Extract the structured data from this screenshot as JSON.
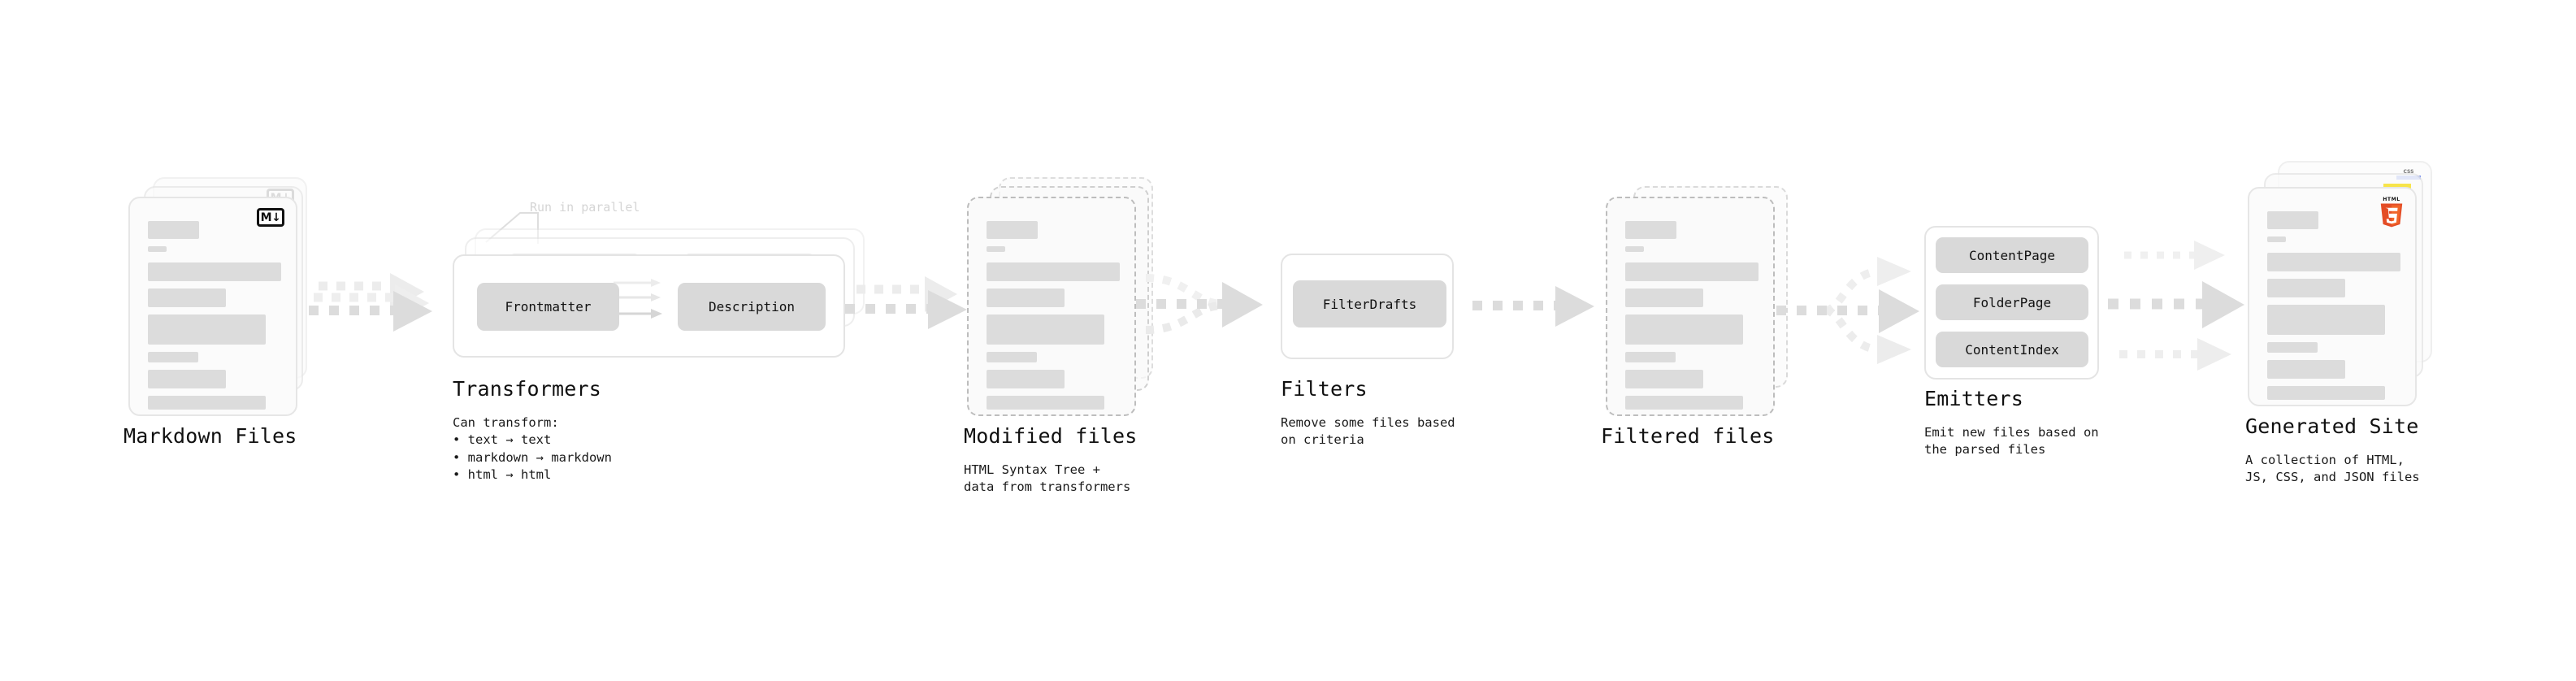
{
  "diagram": {
    "title_color": "#101010",
    "accent_muted": "#d9d9d9",
    "stages": [
      {
        "id": "markdown-files",
        "title": "Markdown Files",
        "subtitle": "",
        "badge": "markdown-icon",
        "badge_text": "M↓"
      },
      {
        "id": "transformers",
        "title": "Transformers",
        "subtitle": "Can transform:\n  • text → text\n  • markdown → markdown\n  • html → html",
        "annotation": "Run in parallel",
        "chips": [
          "Frontmatter",
          "Description"
        ]
      },
      {
        "id": "modified-files",
        "title": "Modified files",
        "subtitle": "HTML Syntax Tree +\ndata from transformers",
        "badge": "none"
      },
      {
        "id": "filters",
        "title": "Filters",
        "subtitle": "Remove some files based\non criteria",
        "chips": [
          "FilterDrafts"
        ]
      },
      {
        "id": "filtered-files",
        "title": "Filtered files",
        "subtitle": "",
        "badge": "none"
      },
      {
        "id": "emitters",
        "title": "Emitters",
        "subtitle": "Emit new files based on\nthe parsed files",
        "chips": [
          "ContentPage",
          "FolderPage",
          "ContentIndex"
        ]
      },
      {
        "id": "generated-site",
        "title": "Generated Site",
        "subtitle": "A collection of HTML,\nJS, CSS, and JSON files",
        "badges": [
          "html5-icon",
          "javascript-icon",
          "css-icon"
        ]
      }
    ]
  }
}
